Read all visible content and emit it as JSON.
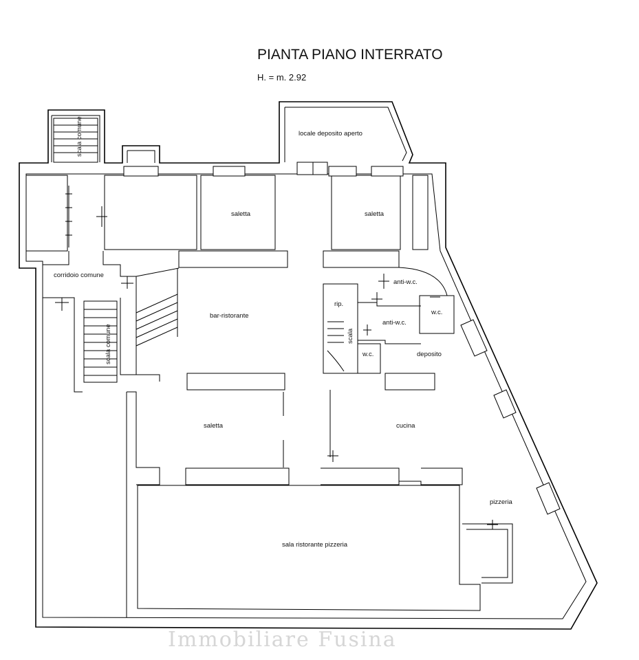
{
  "title": "PIANTA PIANO INTERRATO",
  "height_label": "H. = m. 2.92",
  "watermark": "Immobiliare Fusina",
  "rooms": {
    "scala_comune_top": "scala comune",
    "scala_comune_left": "scala comune",
    "corridoio_comune": "corridoio comune",
    "locale_deposito_aperto": "locale deposito aperto",
    "saletta_top_middle": "saletta",
    "saletta_top_right": "saletta",
    "bar_ristorante": "bar-ristorante",
    "rip": "rip.",
    "scala": "scala",
    "anti_wc_top": "anti-w.c.",
    "anti_wc_middle": "anti-w.c.",
    "wc_right": "w.c.",
    "wc_left": "w.c.",
    "deposito": "deposito",
    "saletta_lower": "saletta",
    "cucina": "cucina",
    "pizzeria": "pizzeria",
    "sala_ristorante_pizzeria": "sala ristorante pizzeria"
  }
}
